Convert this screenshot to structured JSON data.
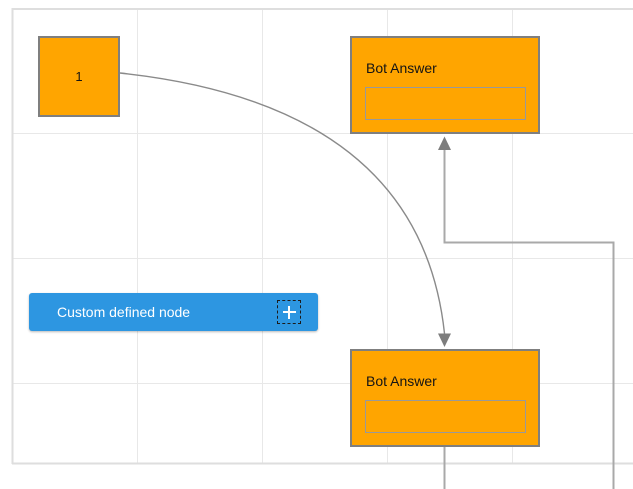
{
  "colors": {
    "canvas-bg": "#ffffff",
    "grid-line": "#e8e8e8",
    "grid-border": "#dedede",
    "node-fill": "#ffa500",
    "node-border": "#7f7f7f",
    "field-border": "#999999",
    "node-text": "#141414",
    "button-bg": "#2d96e1",
    "button-text": "#ffffff",
    "connector": "#a9a9a9",
    "curve": "#8a8a8a",
    "arrowhead": "#7d7d7d"
  },
  "nodes": {
    "start": {
      "label": "1"
    },
    "bot_answer_1": {
      "title": "Bot Answer",
      "field_value": ""
    },
    "bot_answer_2": {
      "title": "Bot Answer",
      "field_value": ""
    },
    "custom": {
      "label": "Custom defined node",
      "icon": "plus-icon"
    }
  },
  "links": [
    {
      "name": "link-start-to-bot2",
      "type": "bezier"
    },
    {
      "name": "link-into-bot1",
      "type": "orthogonal"
    },
    {
      "name": "link-out-of-bot2",
      "type": "orthogonal"
    }
  ]
}
